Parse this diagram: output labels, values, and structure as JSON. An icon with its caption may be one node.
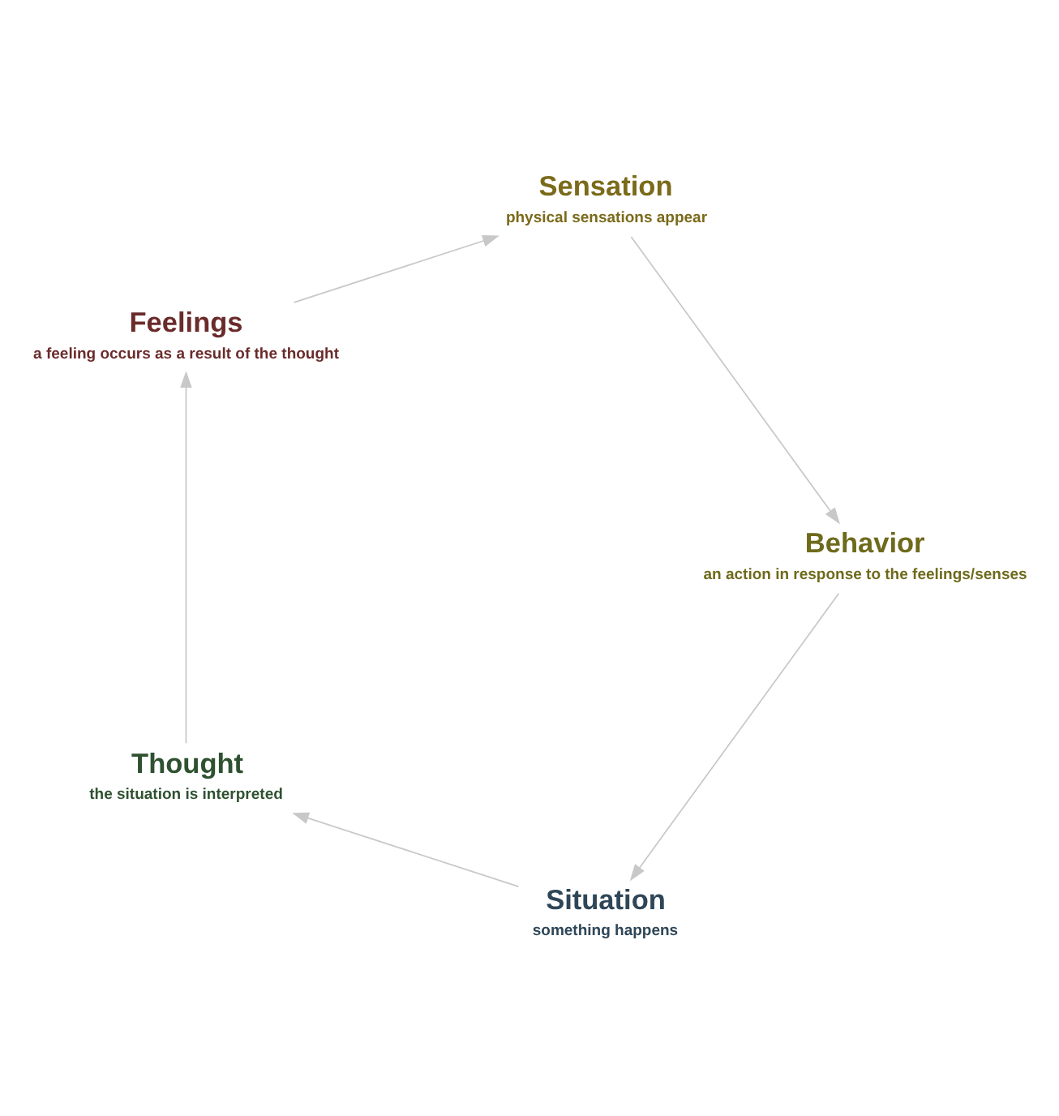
{
  "diagram": {
    "nodes": [
      {
        "text": [
          "Situation",
          "something happens"
        ]
      },
      {
        "text": [
          "Thought",
          "the situation is interpreted"
        ]
      },
      {
        "text": [
          "Feelings",
          "a feeling occurs as a result of the thought"
        ]
      },
      {
        "text": [
          "Sensation",
          "physical sensations appear"
        ]
      },
      {
        "text": [
          "Behavior",
          "an action in response to the feelings/senses"
        ]
      }
    ],
    "edges": [
      {
        "from": 0,
        "to": 1,
        "arrow": "to"
      },
      {
        "from": 1,
        "to": 2,
        "arrow": "to"
      },
      {
        "from": 2,
        "to": 3,
        "arrow": "to"
      },
      {
        "from": 3,
        "to": 4,
        "arrow": "to"
      },
      {
        "from": 4,
        "to": 0,
        "arrow": "to"
      }
    ]
  }
}
